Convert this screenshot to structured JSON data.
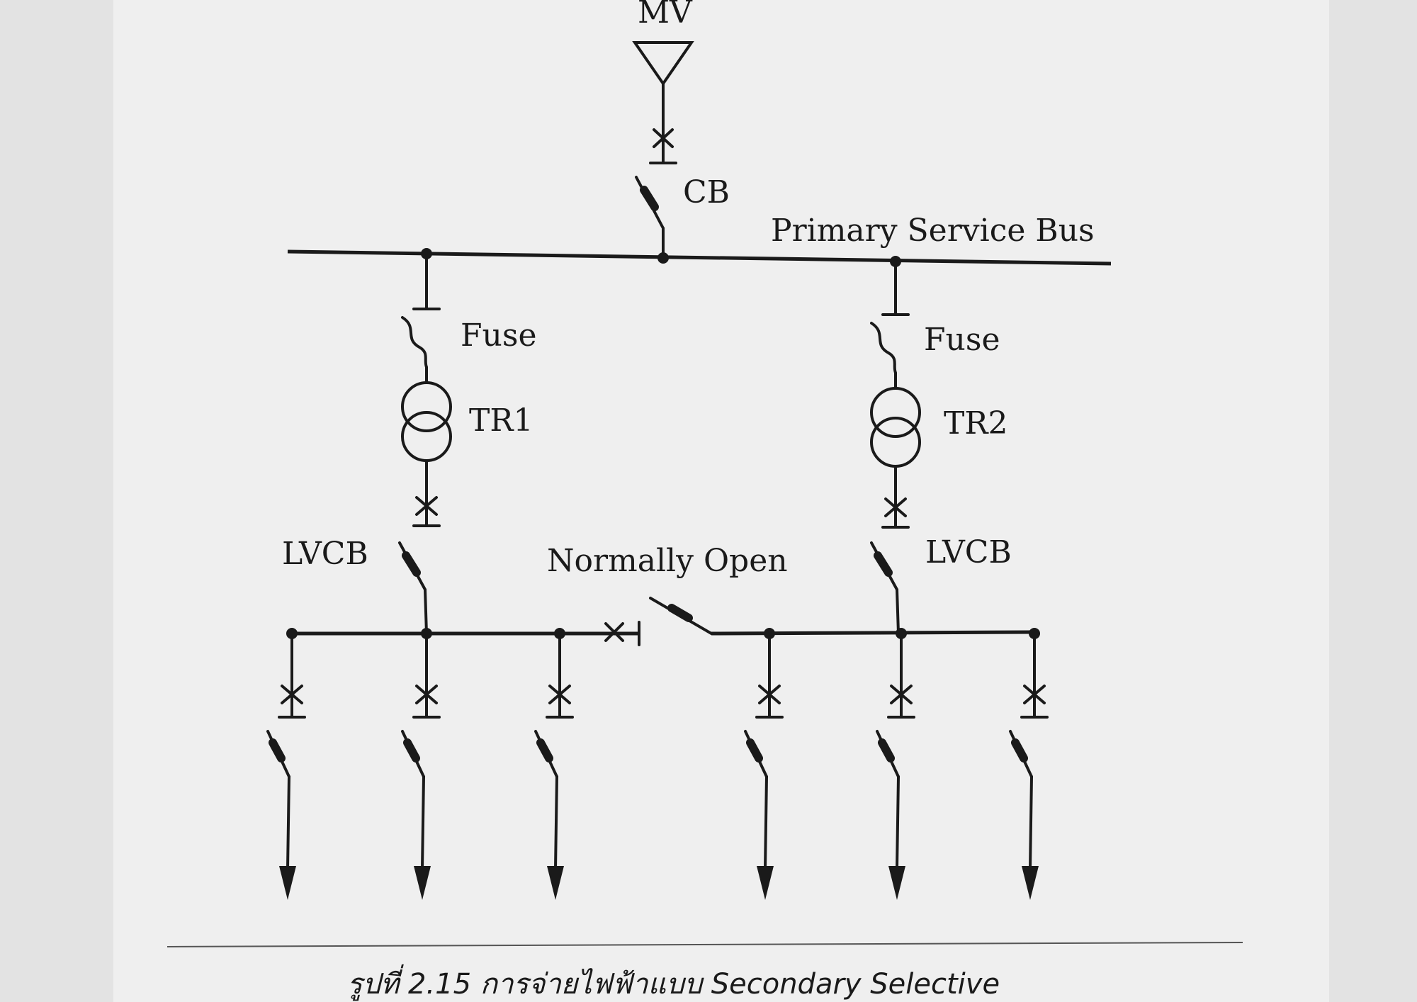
{
  "labels": {
    "mv": "MV",
    "cb": "CB",
    "primary_bus": "Primary Service Bus",
    "fuse_left": "Fuse",
    "fuse_right": "Fuse",
    "tr1": "TR1",
    "tr2": "TR2",
    "lvcb_left": "LVCB",
    "lvcb_right": "LVCB",
    "normally_open": "Normally Open"
  },
  "caption": "รูปที่ 2.15  การจ่ายไฟฟ้าแบบ Secondary Selective"
}
